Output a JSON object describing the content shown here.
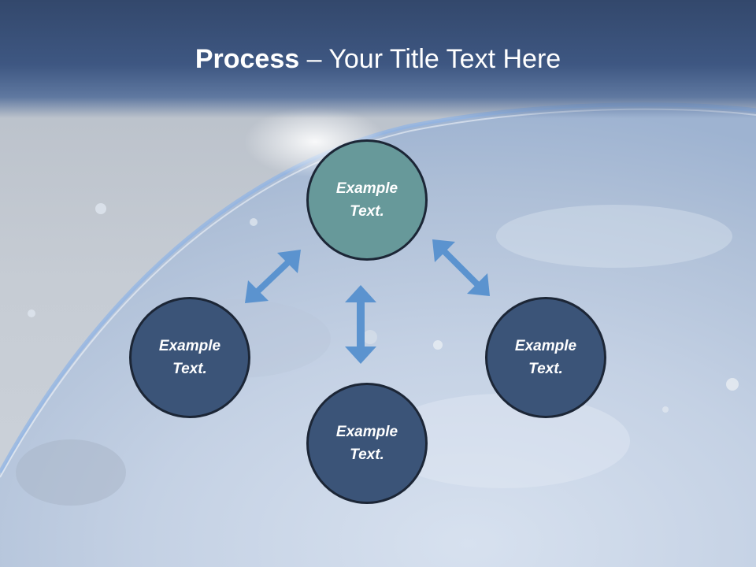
{
  "slide": {
    "title_bold": "Process",
    "title_rest": " – Your Title Text Here"
  },
  "diagram": {
    "nodes": [
      {
        "id": "top",
        "label": "Example\nText.",
        "fill": "#67999a"
      },
      {
        "id": "left",
        "label": "Example\nText.",
        "fill": "#3b5478"
      },
      {
        "id": "right",
        "label": "Example\nText.",
        "fill": "#3b5478"
      },
      {
        "id": "bottom",
        "label": "Example\nText.",
        "fill": "#3b5478"
      }
    ],
    "connections": [
      {
        "from": "top",
        "to": "left",
        "type": "double-arrow"
      },
      {
        "from": "top",
        "to": "right",
        "type": "double-arrow"
      },
      {
        "from": "top",
        "to": "bottom",
        "type": "double-arrow"
      }
    ]
  },
  "colors": {
    "title_band": "#3e5782",
    "arrow": "#5b93cf",
    "node_border": "#1c2636",
    "node_active": "#67999a",
    "node_default": "#3b5478",
    "text": "#ffffff"
  }
}
